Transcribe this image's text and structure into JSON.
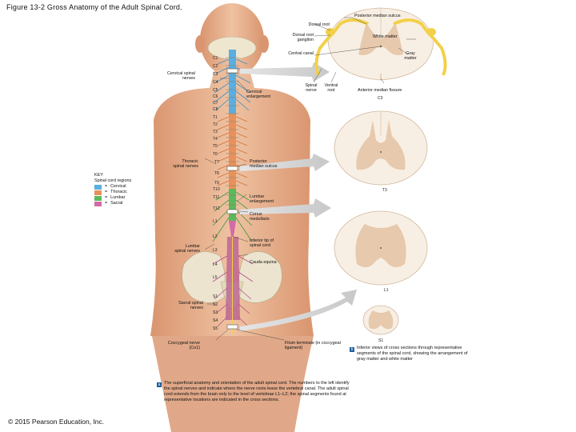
{
  "title": "Figure 13-2 Gross Anatomy of the Adult Spinal Cord.",
  "copyright": "© 2015 Pearson Education, Inc.",
  "labels": {
    "posterior_median_sulcus_top": "Posterior median sulcus",
    "dorsal_root": "Dorsal root",
    "dorsal_root_ganglion": "Dorsal root ganglion",
    "white_matter": "White matter",
    "central_canal": "Central canal",
    "gray_matter": "Gray matter",
    "spinal_nerve": "Spinal nerve",
    "ventral_root": "Ventral root",
    "anterior_median_fissure": "Anterior median fissure",
    "cervical_spinal_nerves": "Cervical spinal nerves",
    "cervical_enlargement": "Cervical enlargement",
    "thoracic_spinal_nerves": "Thoracic spinal nerves",
    "posterior_median_sulcus_mid": "Posterior median sulcus",
    "lumbar_enlargement": "Lumbar enlargement",
    "conus_medullaris": "Conus medullaris",
    "inferior_tip": "Inferior tip of spinal cord",
    "cauda_equina": "Cauda equina",
    "lumbar_spinal_nerves": "Lumbar spinal nerves",
    "sacral_spinal_nerves": "Sacral spinal nerves",
    "coccygeal_nerve": "Coccygeal nerve (Co1)",
    "filum_terminale": "Filum terminale (in coccygeal ligament)"
  },
  "section_labels": [
    "C3",
    "T3",
    "L1",
    "S1"
  ],
  "vertebra_labels": [
    "C1",
    "C2",
    "C3",
    "C4",
    "C5",
    "C6",
    "C7",
    "C8",
    "T1",
    "T2",
    "T3",
    "T4",
    "T5",
    "T6",
    "T7",
    "T8",
    "T9",
    "T10",
    "T11",
    "T12",
    "L1",
    "L2",
    "L3",
    "L4",
    "L5",
    "S1",
    "S2",
    "S3",
    "S4",
    "S5"
  ],
  "key": {
    "heading": "KEY",
    "subheading": "Spinal cord regions",
    "items": [
      {
        "label": "Cervical",
        "color": "#5aaee0"
      },
      {
        "label": "Thoracic",
        "color": "#e8915a"
      },
      {
        "label": "Lumbar",
        "color": "#5cb85c"
      },
      {
        "label": "Sacral",
        "color": "#d36ba6"
      }
    ]
  },
  "captions": {
    "b": "Inferior views of cross sections through representative segments of the spinal cord, showing the arrangement of gray matter and white matter",
    "a": "The superficial anatomy and orientation of the adult spinal cord. The numbers to the left identify the spinal nerves and indicate where the nerve roots leave the vertebral canal. The adult spinal cord extends from the brain only to the level of vertebrae L1–L2; the spinal segments found at representative locations are indicated in the cross sections."
  },
  "bullets": {
    "a": "a",
    "b": "b"
  },
  "colors": {
    "skin": "#e7b291",
    "bone": "#ece4cf",
    "gray_matter": "#e7c9ad",
    "section_bg": "#f8efe4",
    "nerve_yellow": "#f2d04a"
  }
}
